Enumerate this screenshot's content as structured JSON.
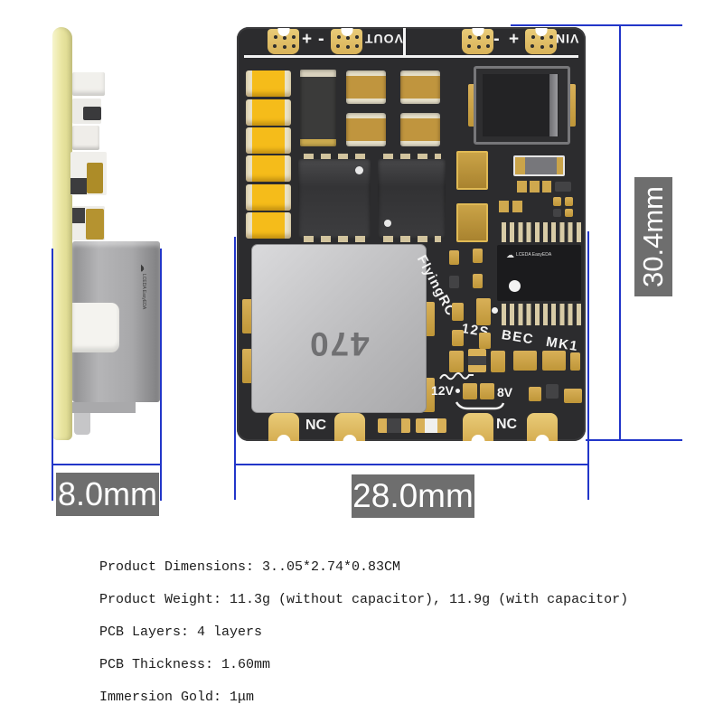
{
  "product": {
    "brand": "FlyingRC",
    "model": "12S BEC MK1",
    "capacitor_value": "470",
    "logo": "LCEDA EasyEDA"
  },
  "silkscreen": {
    "vout": "VOUT",
    "vin": "VIN",
    "plus": "+",
    "minus": "-",
    "rail_12v": "12V",
    "rail_8v": "8V",
    "nc": "NC"
  },
  "dimensions": {
    "board_width": "28.0mm",
    "board_height": "30.4mm",
    "thickness": "8.0mm"
  },
  "specs": [
    "Product Dimensions: 3..05*2.74*0.83CM",
    "Product Weight: 11.3g (without capacitor), 11.9g (with capacitor)",
    "PCB Layers: 4 layers",
    "PCB Thickness: 1.60mm",
    "Immersion Gold: 1μm"
  ],
  "icons": {
    "cloud": "☁"
  },
  "colors": {
    "dimension_line": "#2236c9",
    "dimension_label_bg": "#6e6e6e",
    "board": "#2c2c2e",
    "pad_gold": "#cda44c",
    "capacitor_yellow": "#f5bc1a",
    "pcb_edge_yellow": "#e9e5a1"
  }
}
